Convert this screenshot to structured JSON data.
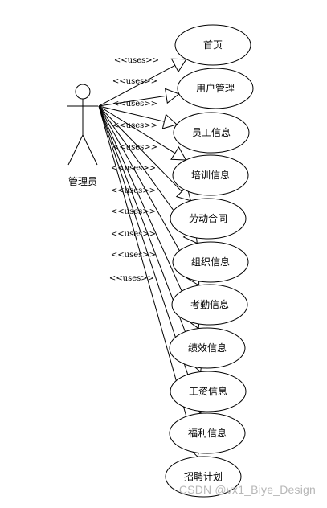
{
  "actor": {
    "label": "管理员"
  },
  "stereotype": "<<uses>>",
  "use_cases": [
    {
      "label": "首页"
    },
    {
      "label": "用户管理"
    },
    {
      "label": "员工信息"
    },
    {
      "label": "培训信息"
    },
    {
      "label": "劳动合同"
    },
    {
      "label": "组织信息"
    },
    {
      "label": "考勤信息"
    },
    {
      "label": "绩效信息"
    },
    {
      "label": "工资信息"
    },
    {
      "label": "福利信息"
    },
    {
      "label": "招聘计划"
    }
  ],
  "watermark": "CSDN @vx1_Biye_Design"
}
